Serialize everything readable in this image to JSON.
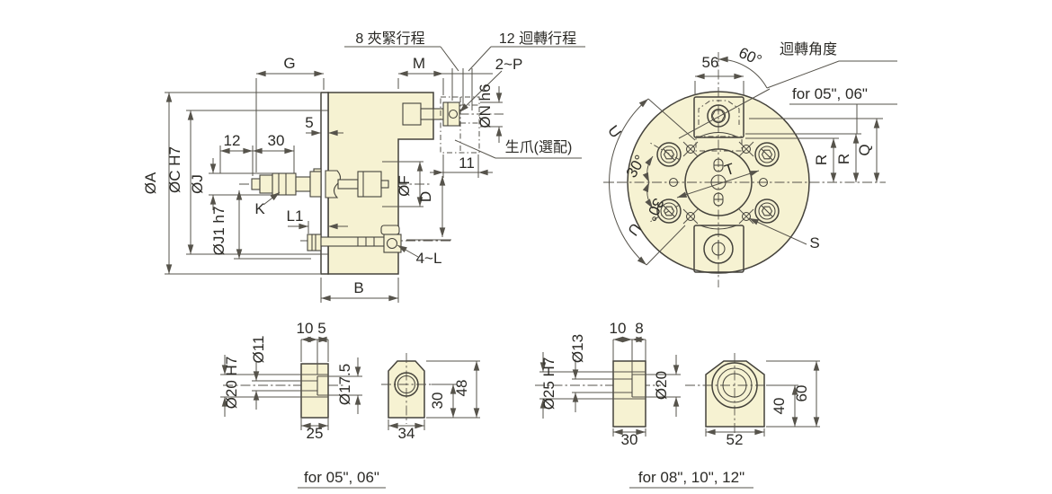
{
  "colors": {
    "background": "#ffffff",
    "body_fill": "#f6f2d2",
    "outline": "#45433c",
    "dimension_line": "#56534b",
    "text": "#2b2a26"
  },
  "main_view": {
    "clamp_stroke_label": "8 夾緊行程",
    "rotary_stroke_label": "12 迴轉行程",
    "soft_jaw_label": "生爪(選配)",
    "dims": {
      "g": "G",
      "m": "M",
      "two_p": "2~P",
      "n": "ØN h6",
      "eleven": "11",
      "five": "5",
      "twelve": "12",
      "thirty": "30",
      "a": "ØA",
      "c": "ØC H7",
      "j": "ØJ",
      "j1": "ØJ1 h7",
      "k": "K",
      "l1": "L1",
      "f": "ØF",
      "d": "D",
      "four_l": "4~L",
      "b": "B"
    }
  },
  "circular_view": {
    "rotation_angle_label": "迴轉角度",
    "size_note": "for 05\", 06\"",
    "dims": {
      "fifty_six": "56",
      "sixty_deg": "60°",
      "thirty_deg_upper": "30°",
      "thirty_deg_lower": "30°",
      "u_upper": "U",
      "u_lower": "U",
      "t": "T",
      "s": "S",
      "r_outer": "R",
      "r_inner": "R",
      "q": "Q"
    }
  },
  "detail_small": {
    "caption": "for 05\", 06\"",
    "nut": {
      "ten": "10",
      "five": "5",
      "dia_bore": "Ø11",
      "dia_body": "Ø20 H7",
      "dia_counterbore": "Ø17.5",
      "width": "25"
    },
    "block": {
      "center_height": "30",
      "height": "48",
      "width": "34"
    }
  },
  "detail_large": {
    "caption": "for 08\", 10\", 12\"",
    "nut": {
      "ten": "10",
      "eight": "8",
      "dia_bore": "Ø13",
      "dia_body": "Ø25 H7",
      "dia_counterbore": "Ø20",
      "width": "30"
    },
    "block": {
      "center_height": "40",
      "height": "60",
      "width": "52"
    }
  }
}
